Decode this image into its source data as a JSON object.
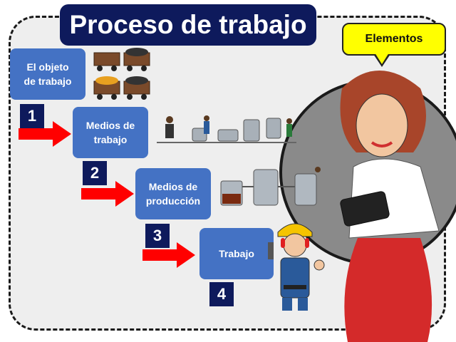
{
  "title": "Proceso de trabajo",
  "callout": "Elementos",
  "steps": [
    {
      "number": "1",
      "label_line1": "El objeto",
      "label_line2": "de trabajo"
    },
    {
      "number": "2",
      "label_line1": "Medios de",
      "label_line2": "trabajo"
    },
    {
      "number": "3",
      "label_line1": "Medios de",
      "label_line2": "producción"
    },
    {
      "number": "4",
      "label_line1": "Trabajo",
      "label_line2": ""
    }
  ],
  "colors": {
    "title_bg": "#0e1a5c",
    "box": "#4472c4",
    "arrow": "#ff0000",
    "callout": "#ffff00"
  }
}
